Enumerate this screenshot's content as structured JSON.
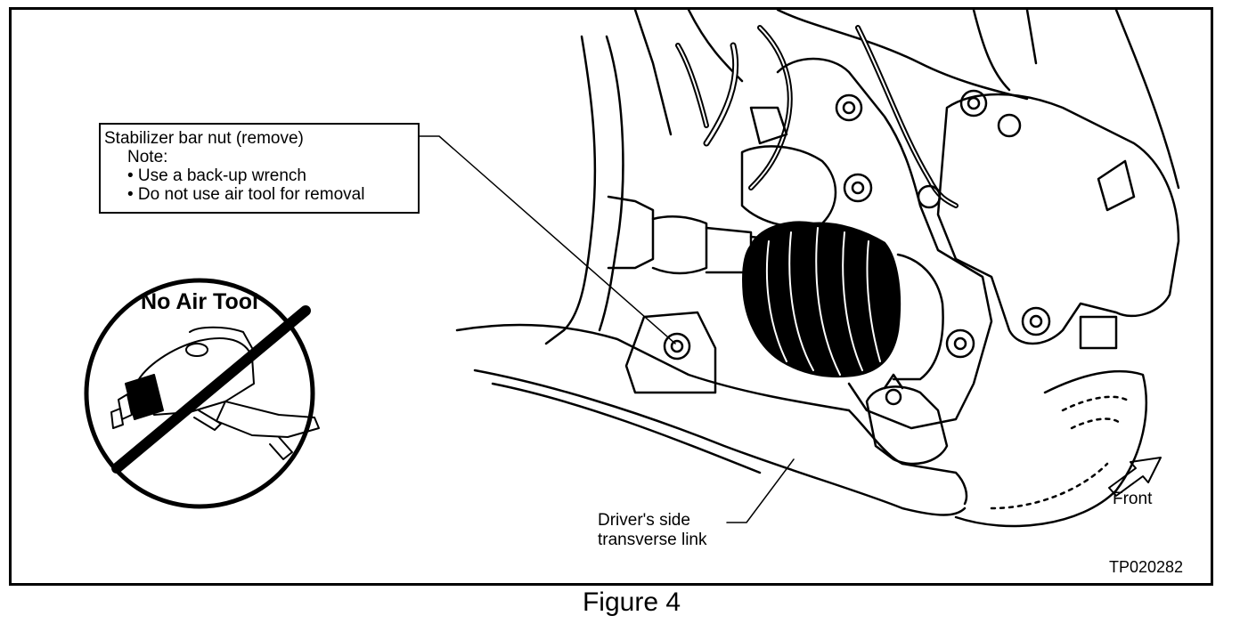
{
  "callout": {
    "title": "Stabilizer bar nut (remove)",
    "note_label": "Note:",
    "bullets": [
      "• Use a back-up wrench",
      "• Do not use air tool for removal"
    ]
  },
  "prohibition": {
    "title": "No Air Tool"
  },
  "labels": {
    "transverse_link_line1": "Driver's side",
    "transverse_link_line2": "transverse link",
    "direction": "Front",
    "code": "TP020282"
  },
  "figure": {
    "caption": "Figure 4"
  }
}
